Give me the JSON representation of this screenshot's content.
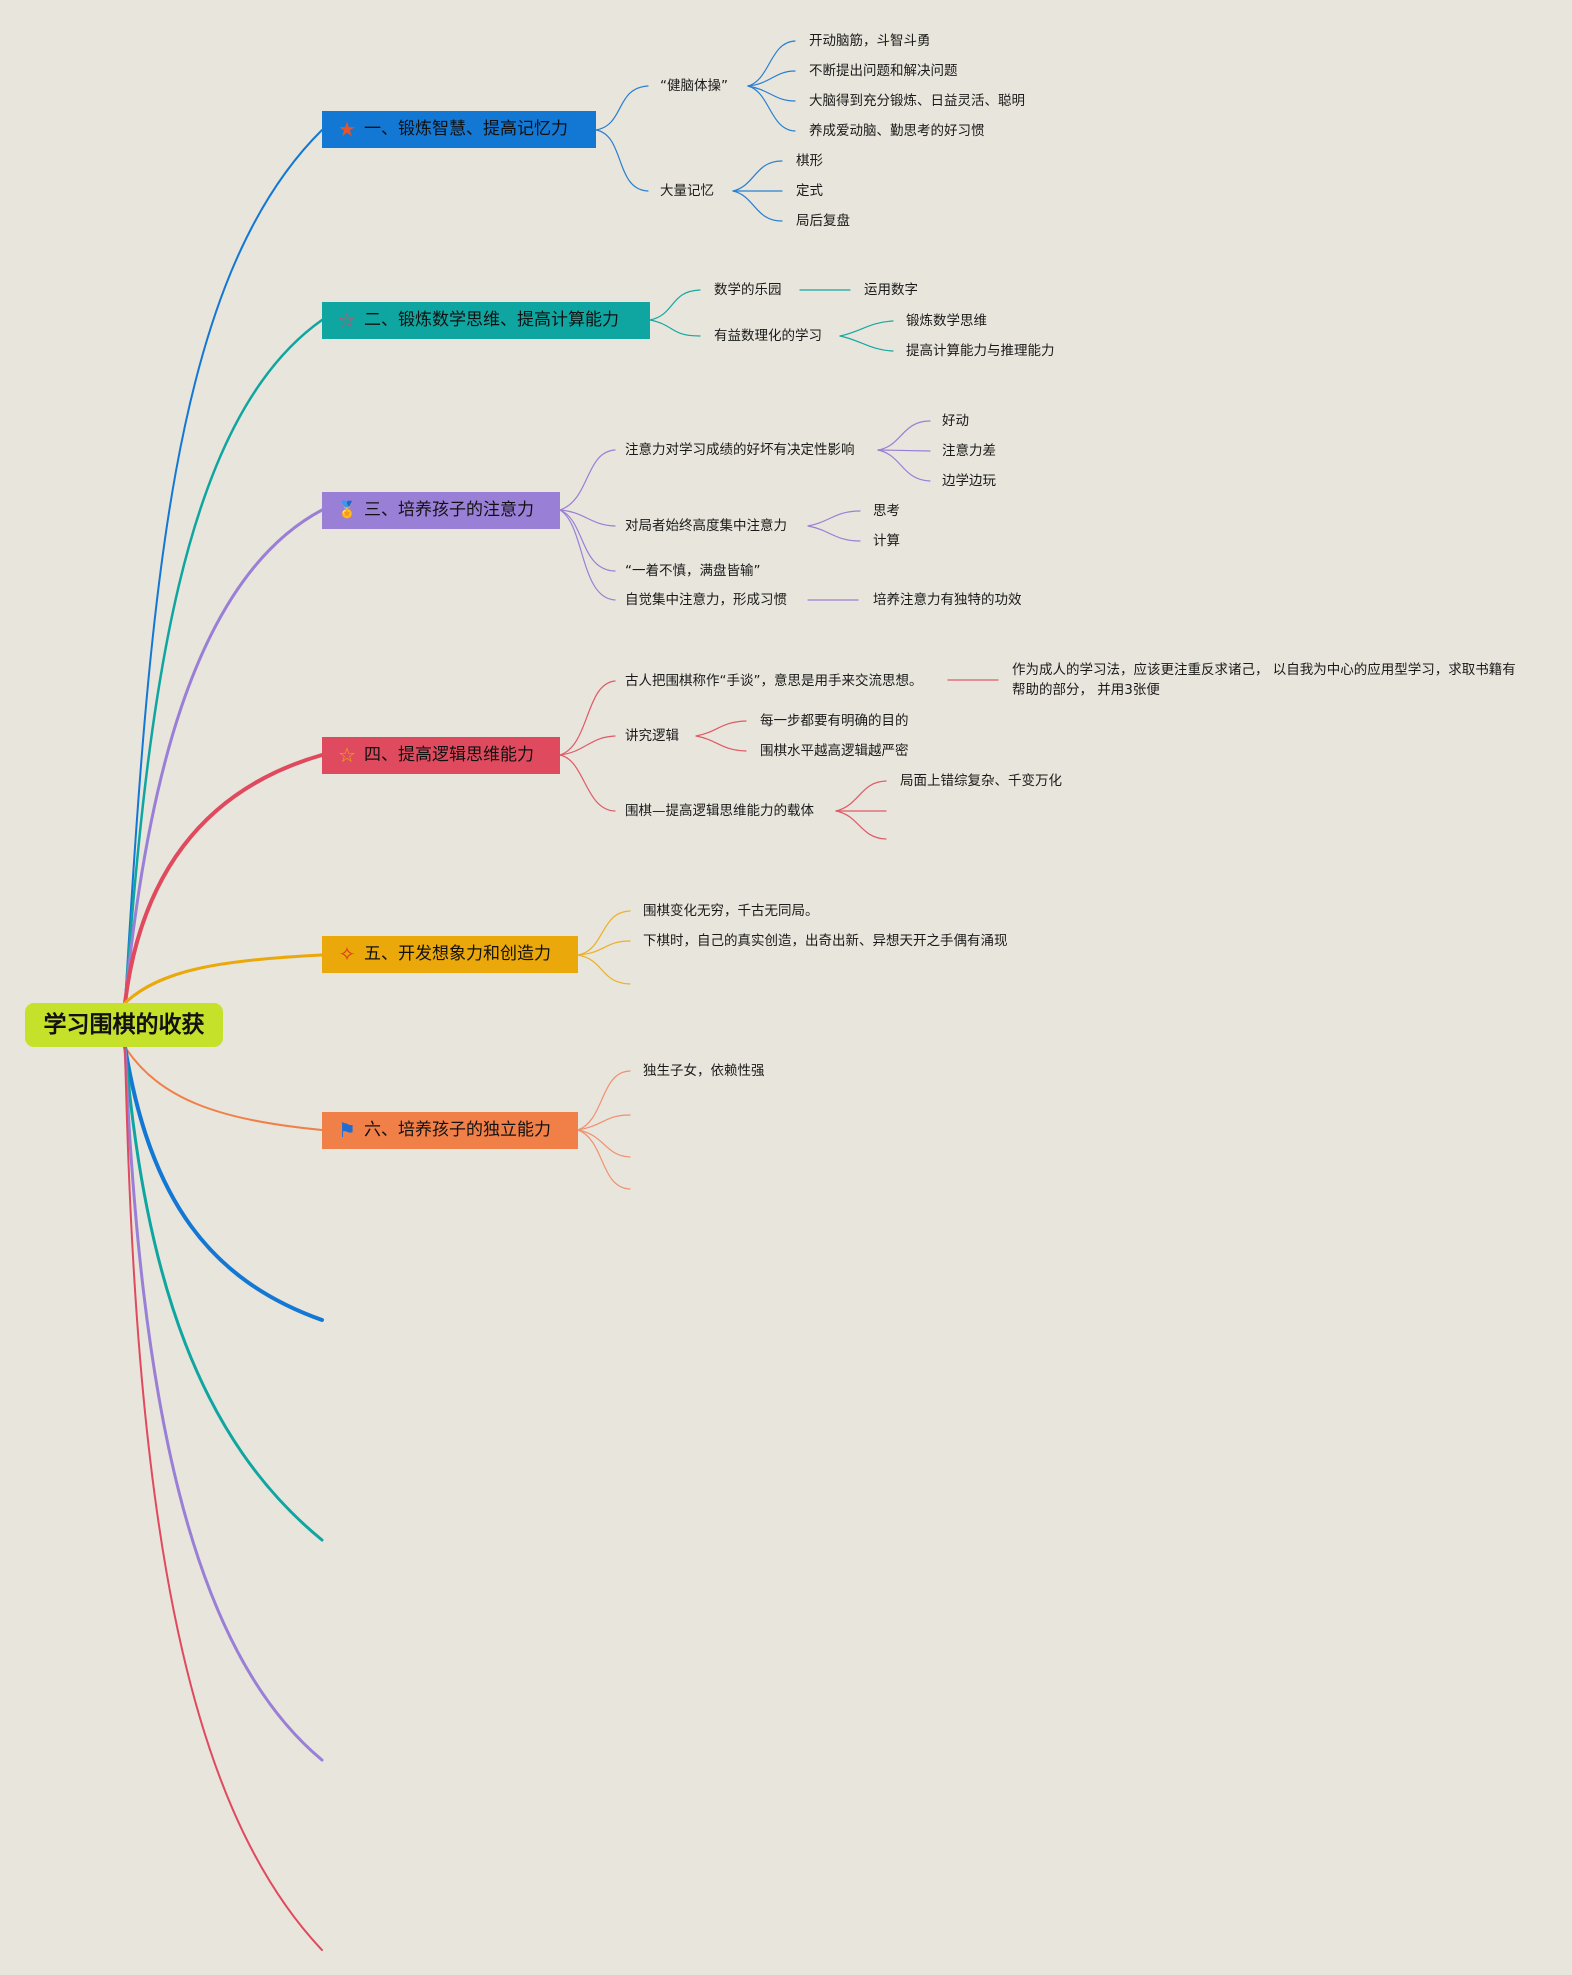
{
  "root": {
    "label": "学习围棋的收获",
    "color": "#c6e12a"
  },
  "branches": [
    {
      "id": "b1",
      "label": "一、锻炼智慧、提高记忆力",
      "color": "#1377d4",
      "icon": "star-filled-icon",
      "glyph": "★",
      "glyph_color": "#e8532a"
    },
    {
      "id": "b2",
      "label": "二、锻炼数学思维、提高计算能力",
      "color": "#0fa5a0",
      "icon": "star-outline-icon",
      "glyph": "☆",
      "glyph_color": "#d8486a"
    },
    {
      "id": "b3",
      "label": "三、培养孩子的注意力",
      "color": "#9a7fd6",
      "icon": "award-ribbon-icon",
      "glyph": "🏅",
      "glyph_color": "#e7a23a"
    },
    {
      "id": "b4",
      "label": "四、提高逻辑思维能力",
      "color": "#e04a5e",
      "icon": "star-outline-icon",
      "glyph": "☆",
      "glyph_color": "#e8b100"
    },
    {
      "id": "b5",
      "label": "五、开发想象力和创造力",
      "color": "#eaa80a",
      "icon": "sparkle-icon",
      "glyph": "✧",
      "glyph_color": "#d9321f"
    },
    {
      "id": "b6",
      "label": "六、培养孩子的独立能力",
      "color": "#f08048",
      "icon": "flag-icon",
      "glyph": "⚑",
      "glyph_color": "#1c6ed6"
    }
  ],
  "nodes": {
    "b1_a": "“健脑体操”",
    "b1_a1": "开动脑筋，斗智斗勇",
    "b1_a2": "不断提出问题和解决问题",
    "b1_a3": "大脑得到充分锻炼、日益灵活、聪明",
    "b1_a4": "养成爱动脑、勤思考的好习惯",
    "b1_b": "大量记忆",
    "b1_b1": "棋形",
    "b1_b2": "定式",
    "b1_b3": "局后复盘",
    "b2_a": "数学的乐园",
    "b2_a1": "运用数字",
    "b2_b": "有益数理化的学习",
    "b2_b1": "锻炼数学思维",
    "b2_b2": "提高计算能力与推理能力",
    "b3_a": "注意力对学习成绩的好坏有决定性影响",
    "b3_a1": "好动",
    "b3_a2": "注意力差",
    "b3_a3": "边学边玩",
    "b3_b": "对局者始终高度集中注意力",
    "b3_b1": "思考",
    "b3_b2": "计算",
    "b3_c": "“一着不慎，满盘皆输”",
    "b3_d": "自觉集中注意力，形成习惯",
    "b3_d1": "培养注意力有独特的功效",
    "b4_a": "古人把围棋称作“手谈”，意思是用手来交流思想。",
    "b4_a1": "作为成人的学习法，应该更注重反求诸己， 以自我为中心的应用型学习，求取书籍有帮助的部分， 并用3张便",
    "b4_b": "讲究逻辑",
    "b4_b1": "每一步都要有明确的目的",
    "b4_b2": "围棋水平越高逻辑越严密",
    "b4_c": "围棋—提高逻辑思维能力的载体",
    "b4_c1": "局面上错综复杂、千变万化",
    "b5_a": "围棋变化无穷，千古无同局。",
    "b5_b": "下棋时，自己的真实创造，出奇出新、异想天开之手偶有涌现",
    "b6_a": "独生子女，依赖性强"
  }
}
